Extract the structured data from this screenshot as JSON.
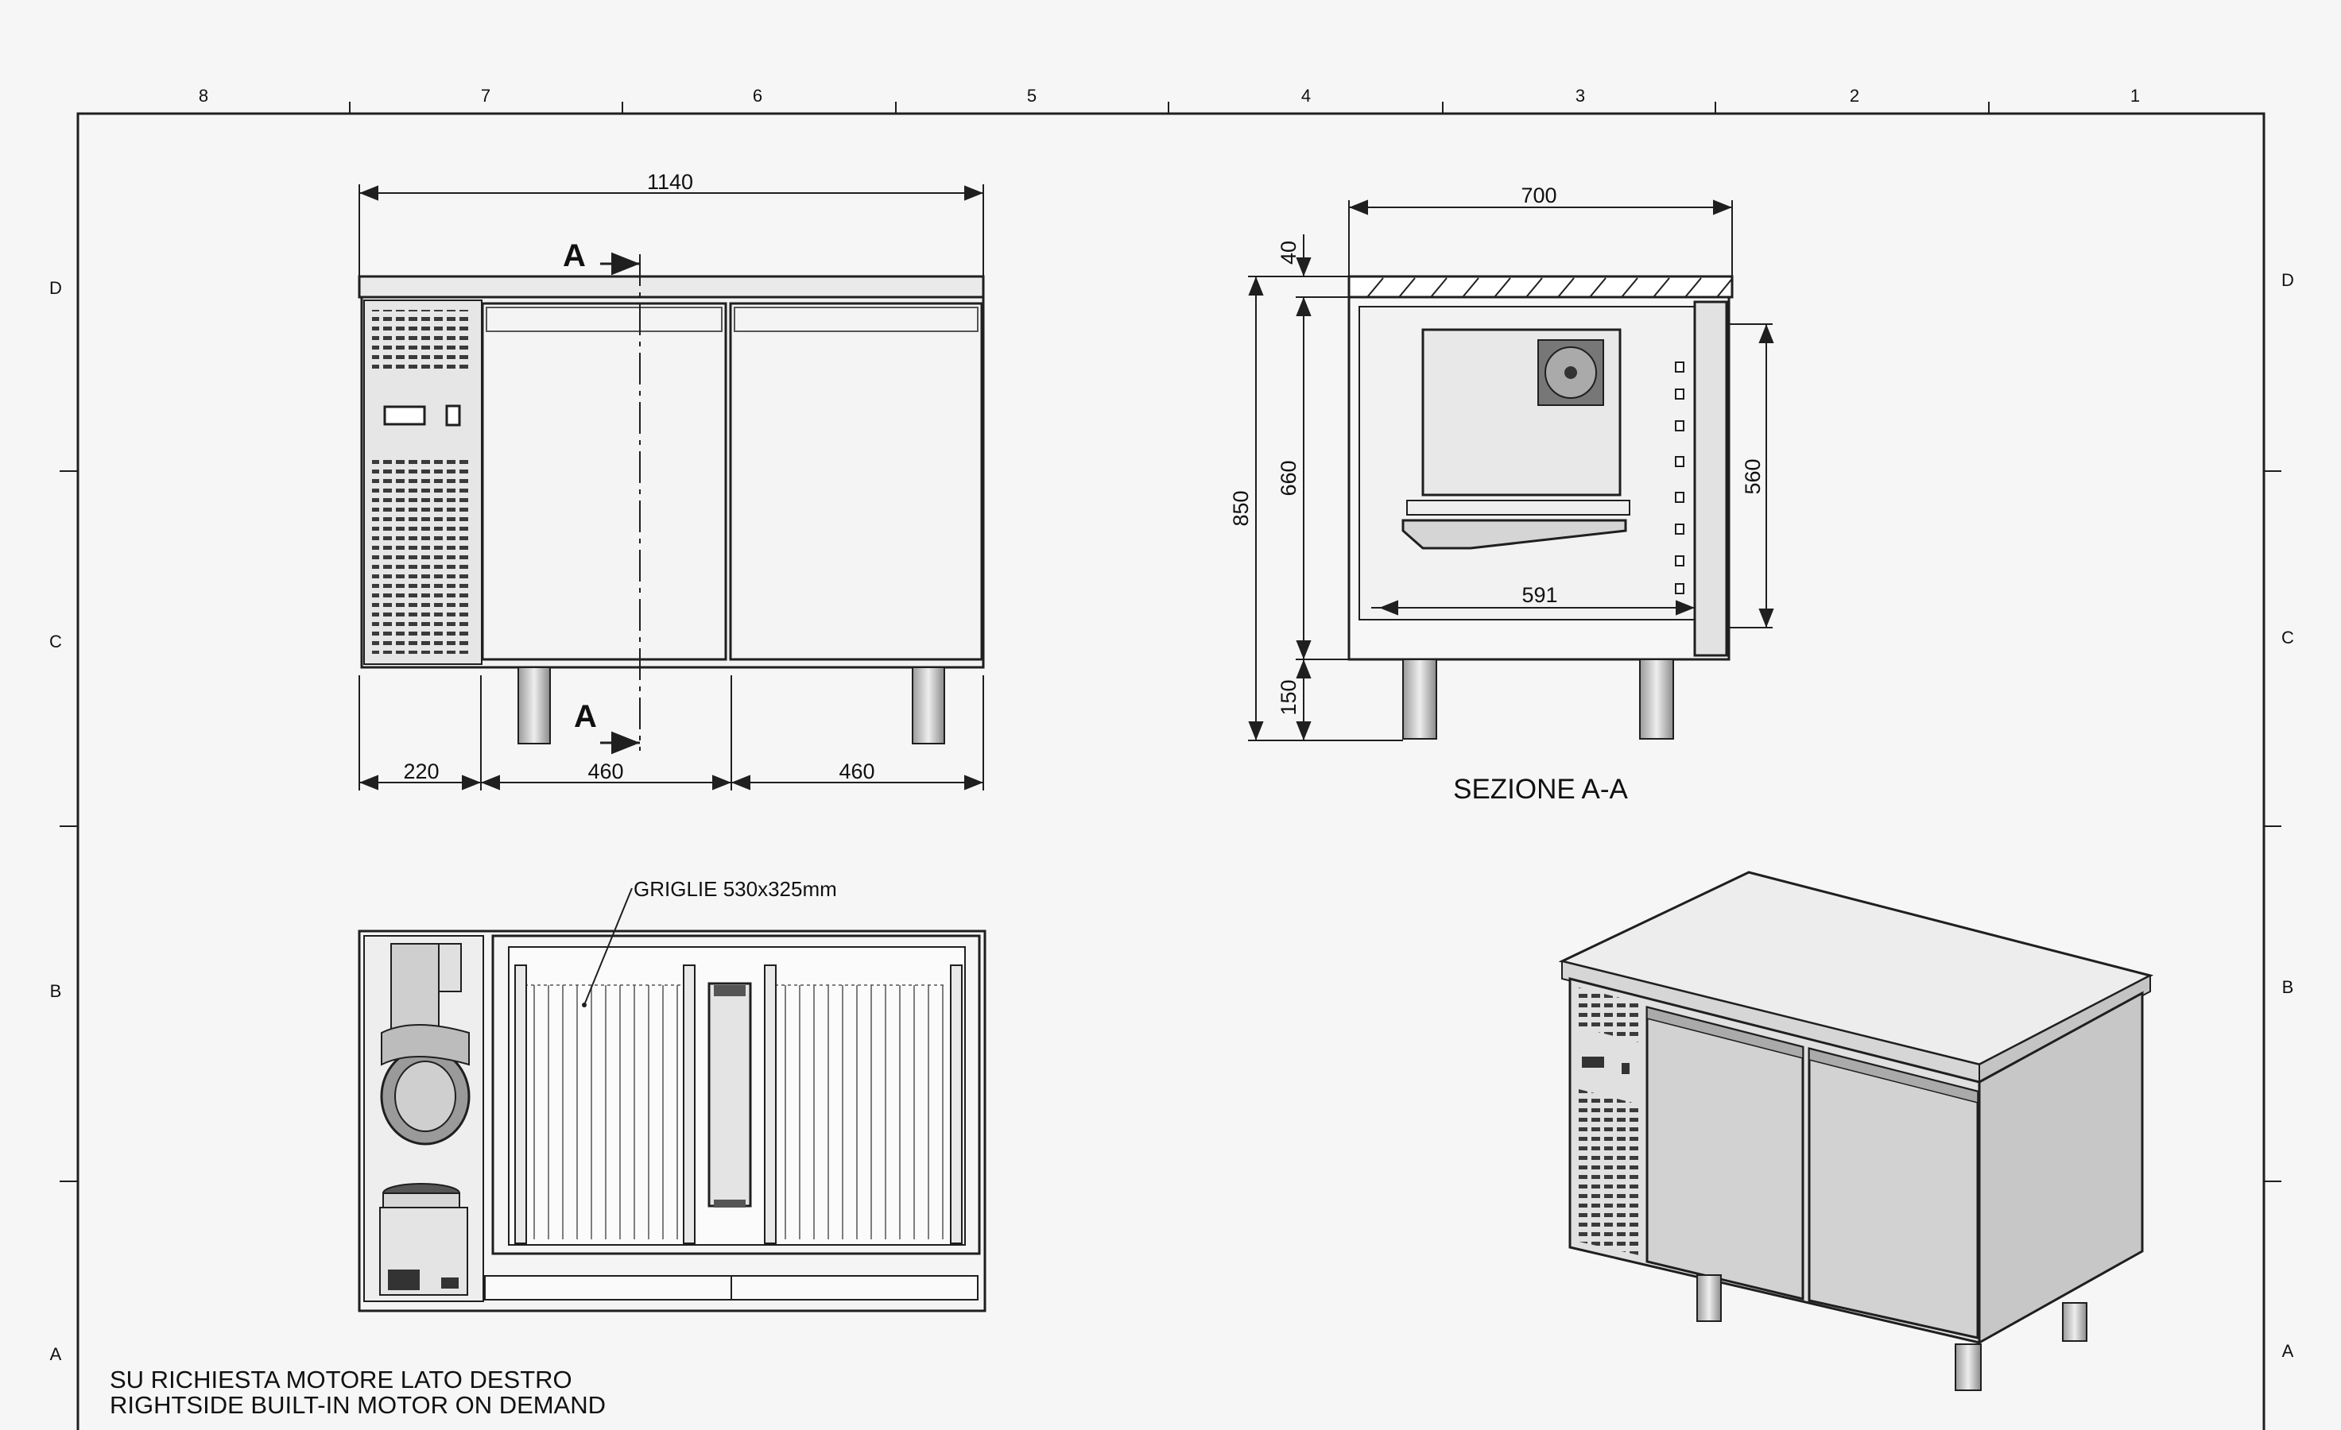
{
  "frame": {
    "columns": [
      "8",
      "7",
      "6",
      "5",
      "4",
      "3",
      "2",
      "1"
    ],
    "rows": [
      "D",
      "C",
      "B",
      "A"
    ]
  },
  "front_view": {
    "dim_total": "1140",
    "dim_left": "220",
    "dim_door1": "460",
    "dim_door2": "460",
    "section_mark": "A"
  },
  "section_view": {
    "dim_depth": "700",
    "dim_top": "40",
    "dim_height_total": "850",
    "dim_body": "660",
    "dim_legs": "150",
    "dim_inner_height": "560",
    "dim_inner_depth": "591",
    "title": "SEZIONE A-A"
  },
  "plan_view": {
    "callout": "GRIGLIE 530x325mm"
  },
  "notes": {
    "line1": "SU RICHIESTA MOTORE LATO DESTRO",
    "line2": "RIGHTSIDE BUILT-IN MOTOR ON DEMAND"
  },
  "colors": {
    "line": "#1f1f1f",
    "steel_light": "#e4e4e4",
    "steel_mid": "#c9c9c9",
    "steel_dark": "#8d8d8d"
  }
}
